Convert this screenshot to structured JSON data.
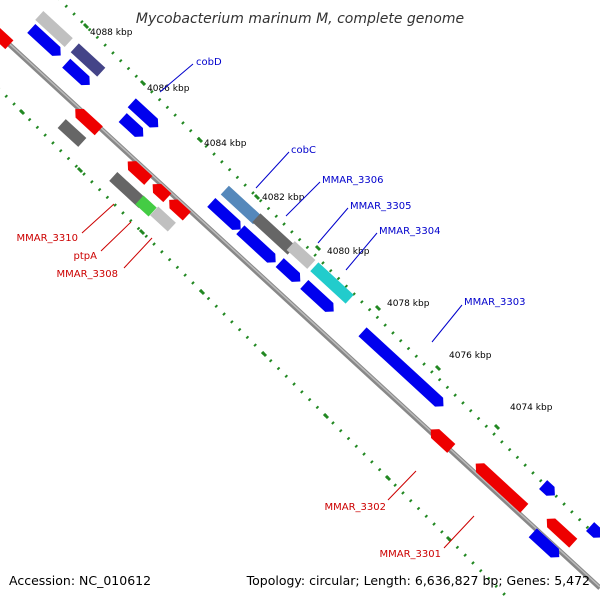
{
  "title": "Mycobacterium marinum M, complete genome",
  "footer": {
    "accession": "Accession: NC_010612",
    "topology": "Topology: circular; Length: 6,636,827 bp; Genes: 5,472"
  },
  "kbp_labels": [
    "4088 kbp",
    "4086 kbp",
    "4084 kbp",
    "4082 kbp",
    "4080 kbp",
    "4078 kbp",
    "4076 kbp",
    "4074 kbp"
  ],
  "gene_labels": {
    "cobD": "cobD",
    "cobC": "cobC",
    "MMAR_3306": "MMAR_3306",
    "MMAR_3305": "MMAR_3305",
    "MMAR_3304": "MMAR_3304",
    "MMAR_3303": "MMAR_3303",
    "MMAR_3310": "MMAR_3310",
    "ptpA": "ptpA",
    "MMAR_3308": "MMAR_3308",
    "MMAR_3302": "MMAR_3302",
    "MMAR_3301": "MMAR_3301"
  },
  "colors": {
    "forward_label": "#0000cc",
    "reverse_label": "#cc0000",
    "backbone": "#888888",
    "tick": "#228822"
  }
}
